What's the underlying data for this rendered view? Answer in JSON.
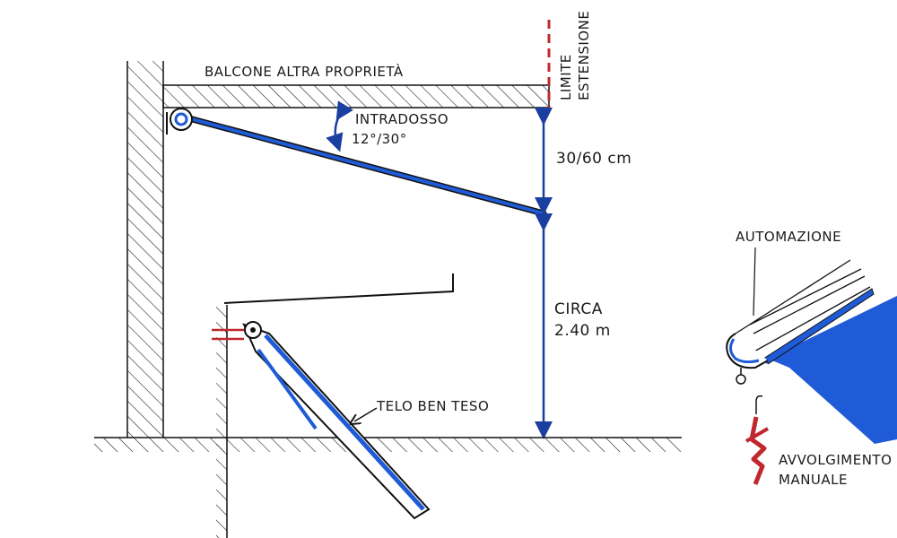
{
  "labels": {
    "balcony": "BALCONE ALTRA PROPRIETÀ",
    "limit_line1": "LIMITE",
    "limit_line2": "ESTENSIONE",
    "soffit_line1": "INTRADOSSO",
    "soffit_line2": "12°/30°",
    "gap": "30/60 cm",
    "height_line1": "CIRCA",
    "height_line2": "2.40 m",
    "fabric": "TELO BEN TESO",
    "automation": "AUTOMAZIONE",
    "manual_line1": "AVVOLGIMENTO",
    "manual_line2": "MANUALE"
  },
  "colors": {
    "fabric_blue": "#1f5bd6",
    "limit_red": "#c0282d",
    "ink": "#1a1a1a"
  }
}
